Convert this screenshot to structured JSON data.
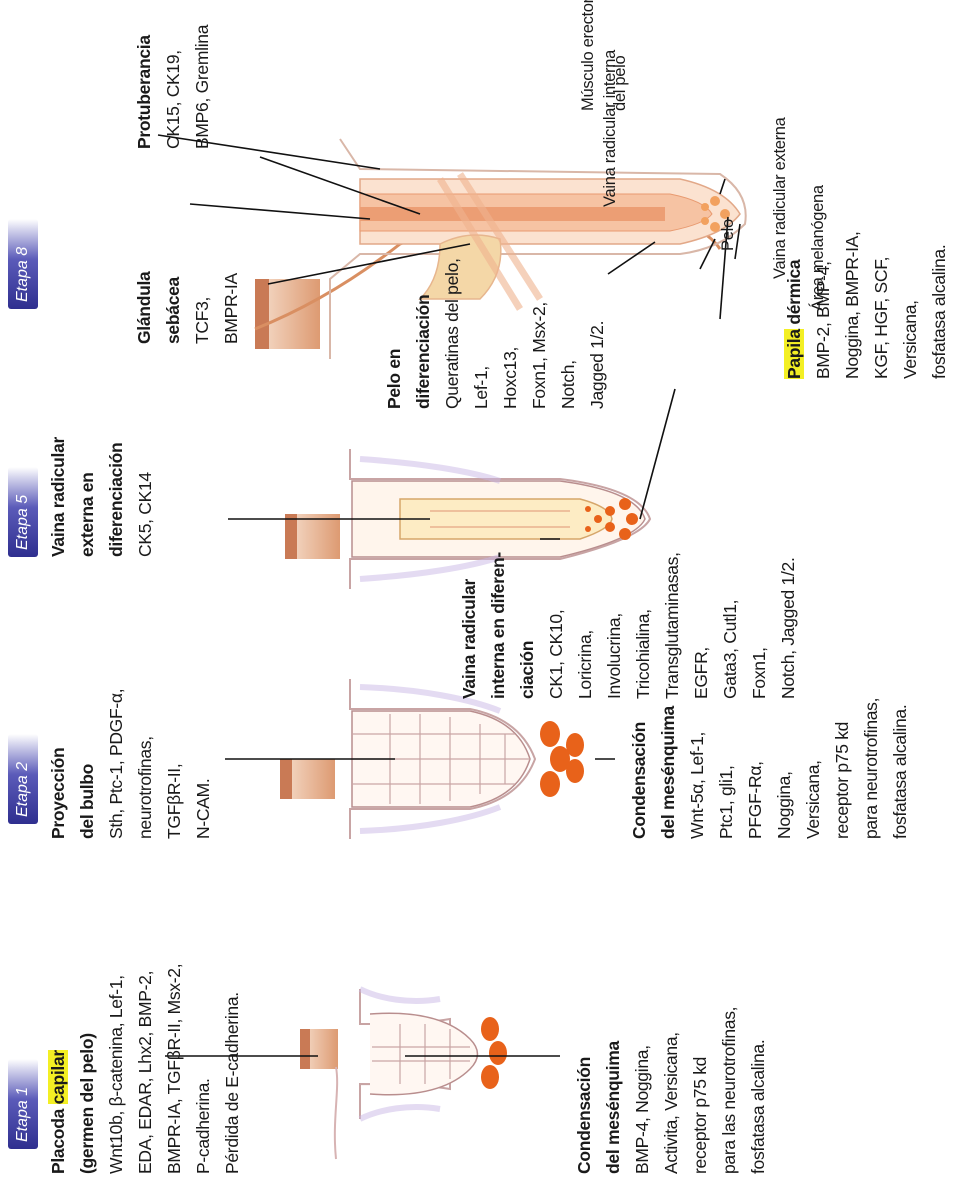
{
  "stages": [
    {
      "label": "Etapa 1"
    },
    {
      "label": "Etapa 2"
    },
    {
      "label": "Etapa 5"
    },
    {
      "label": "Etapa 8"
    }
  ],
  "stage1": {
    "placode": {
      "title1_pre": "Placoda ",
      "title1_hl": "capilar",
      "title2": "(germen del pelo)",
      "lines": [
        "Wnt10b, β-catenina, Lef-1,",
        "EDA, EDAR, Lhx2, BMP-2,",
        "BMPR-IA, TGFβR-II, Msx-2,",
        "P-cadherina.",
        "Pérdida de E-cadherina."
      ]
    },
    "mesenchyme": {
      "title1": "Condensación",
      "title2": "del mesénquima",
      "lines": [
        "BMP-4, Noggina,",
        "Activita, Versicana,",
        "receptor p75 kd",
        "para las neurotrofinas,",
        "fosfatasa alcalina."
      ]
    }
  },
  "stage2": {
    "bulb": {
      "title1": "Proyección",
      "title2": "del bulbo",
      "lines": [
        "Sth, Ptc-1, PDGF-α,",
        "neurotrofinas,",
        "TGFβR-II,",
        "N-CAM."
      ]
    },
    "mesenchyme": {
      "title1": "Condensación",
      "title2": "del mesénquima",
      "lines": [
        "Wnt-5α, Lef-1,",
        "Ptc1, gli1,",
        "PFGF-Rα,",
        "Noggina,",
        "Versicana,",
        "receptor p75 kd",
        "para neurotrofinas,",
        "fosfatasa alcalina."
      ]
    },
    "inner_sheath": {
      "title1": "Vaina radicular",
      "title2": "interna en diferen-",
      "title3": "ciación",
      "lines": [
        "CK1, CK10,",
        "Loricrina,",
        "Involucrina,",
        "Tricohialina,",
        "Transglutaminasas,",
        "EGFR,",
        "Gata3, Cutl1,",
        "Foxn1,",
        "Notch, Jagged 1/2."
      ]
    }
  },
  "stage5": {
    "outer_sheath": {
      "title1": "Vaina radicular",
      "title2": "externa en",
      "title3": "diferenciación",
      "lines": [
        "CK5, CK14"
      ]
    },
    "hair": {
      "title1": "Pelo en",
      "title2": "diferenciación",
      "lines": [
        "Queratinas del pelo,",
        "Lef-1,",
        "Hoxc13,",
        "Foxn1, Msx-2,",
        "Notch,",
        "Jagged 1/2."
      ]
    }
  },
  "stage8": {
    "sebaceous": {
      "title1": "Glándula",
      "title2": "sebácea",
      "lines": [
        "TCF3,",
        "BMPR-IA"
      ]
    },
    "bulge": {
      "title1": "Protuberancia",
      "lines": [
        "CK15, CK19,",
        "BMP6, Gremlina"
      ]
    },
    "papilla": {
      "title1_hl": "Papila",
      "title1_post": " dérmica",
      "lines": [
        "BMP-2, BMP-4,",
        "Noggina, BMPR-IA,",
        "KGF, HGF, SCF,",
        "Versicana,",
        "fosfatasa alcalina."
      ]
    },
    "labels": {
      "arrector1": "Músculo erector",
      "arrector2": "del pelo",
      "inner": "Vaina radicular interna",
      "outer": "Vaina radicular externa",
      "hair": "Pelo",
      "melanogenic": "Área melanógena"
    }
  },
  "colors": {
    "accent": "#e8621a",
    "skin": "#e9b28f",
    "highlight": "#f3ef24",
    "badge": "#3a3a9a",
    "purple_tint": "#c9b7e6"
  }
}
